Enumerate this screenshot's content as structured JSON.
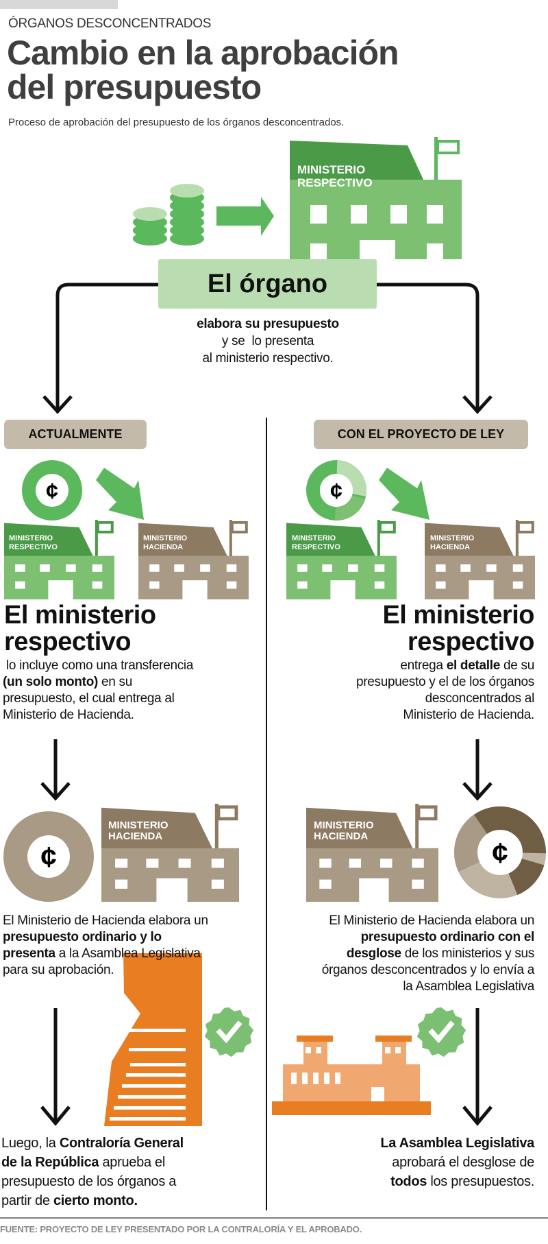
{
  "header": {
    "kicker": "ÓRGANOS DESCONCENTRADOS",
    "title_line1": "Cambio en la aprobación",
    "title_line2": "del presupuesto",
    "subtitle": "Proceso de aprobación del presupuesto de los órganos desconcentrados."
  },
  "top": {
    "building_label": [
      "MINISTERIO",
      "RESPECTIVO"
    ],
    "organo": "El órgano",
    "lines": [
      [
        {
          "t": "elabora su presupuesto",
          "b": true
        }
      ],
      [
        {
          "t": "y se  lo presenta"
        }
      ],
      [
        {
          "t": "al ministerio respectivo."
        }
      ]
    ]
  },
  "left": {
    "pill": "ACTUALMENTE",
    "building_ministerio": [
      "MINISTERIO",
      "RESPECTIVO"
    ],
    "building_hacienda": [
      "MINISTERIO",
      "HACIENDA"
    ],
    "heading1": "El ministerio",
    "heading2": "respectivo",
    "step1": [
      [
        {
          "t": " lo incluye como una transferencia"
        }
      ],
      [
        {
          "t": "(un solo monto)",
          "b": true
        },
        {
          "t": " en su"
        }
      ],
      [
        {
          "t": "presupuesto, el cual entrega al"
        }
      ],
      [
        {
          "t": "Ministerio de Hacienda."
        }
      ]
    ],
    "step2_building": [
      "MINISTERIO",
      "HACIENDA"
    ],
    "step2": [
      [
        {
          "t": "El Ministerio de Hacienda elabora un"
        }
      ],
      [
        {
          "t": "presupuesto ordinario y lo",
          "b": true
        }
      ],
      [
        {
          "t": "presenta",
          "b": true
        },
        {
          "t": " a la Asamblea Legislativa"
        }
      ],
      [
        {
          "t": "para su aprobación."
        }
      ]
    ],
    "step3": [
      [
        {
          "t": "Luego, la "
        },
        {
          "t": "Contraloría General",
          "b": true
        }
      ],
      [
        {
          "t": "de la República",
          "b": true
        },
        {
          "t": " aprueba el"
        }
      ],
      [
        {
          "t": "presupuesto de los órganos a"
        }
      ],
      [
        {
          "t": "partir de "
        },
        {
          "t": "cierto monto.",
          "b": true
        }
      ]
    ]
  },
  "right": {
    "pill": "CON EL PROYECTO DE LEY",
    "building_ministerio": [
      "MINISTERIO",
      "RESPECTIVO"
    ],
    "building_hacienda": [
      "MINISTERIO",
      "HACIENDA"
    ],
    "heading1": "El ministerio",
    "heading2": "respectivo",
    "step1": [
      [
        {
          "t": "entrega "
        },
        {
          "t": "el detalle",
          "b": true
        },
        {
          "t": " de su"
        }
      ],
      [
        {
          "t": "presupuesto y el de los órganos"
        }
      ],
      [
        {
          "t": "desconcentrados al"
        }
      ],
      [
        {
          "t": "Ministerio de Hacienda."
        }
      ]
    ],
    "step2_building": [
      "MINISTERIO",
      "HACIENDA"
    ],
    "step2": [
      [
        {
          "t": "El Ministerio de Hacienda elabora un"
        }
      ],
      [
        {
          "t": "presupuesto ordinario con el",
          "b": true
        }
      ],
      [
        {
          "t": "desglose",
          "b": true
        },
        {
          "t": " de los ministerios y sus"
        }
      ],
      [
        {
          "t": "órganos desconcentrados y lo envía a"
        }
      ],
      [
        {
          "t": "la Asamblea Legislativa"
        }
      ]
    ],
    "step3": [
      [
        {
          "t": "La Asamblea Legislativa",
          "b": true
        }
      ],
      [
        {
          "t": "aprobará el desglose de"
        }
      ],
      [
        {
          "t": "todos",
          "b": true
        },
        {
          "t": " los presupuestos."
        }
      ]
    ]
  },
  "currency_symbol": "¢",
  "footer": "FUENTE: PROYECTO DE LEY PRESENTADO POR LA CONTRALORÍA Y EL APROBADO.",
  "colors": {
    "green_dark": "#4a9a48",
    "green_light": "#7dc072",
    "green_pale": "#b9ddb0",
    "tan_dark": "#8c7b62",
    "tan_light": "#a89a85",
    "orange": "#e87d22",
    "orange_light": "#f1a870",
    "pill": "#c4baa9"
  }
}
